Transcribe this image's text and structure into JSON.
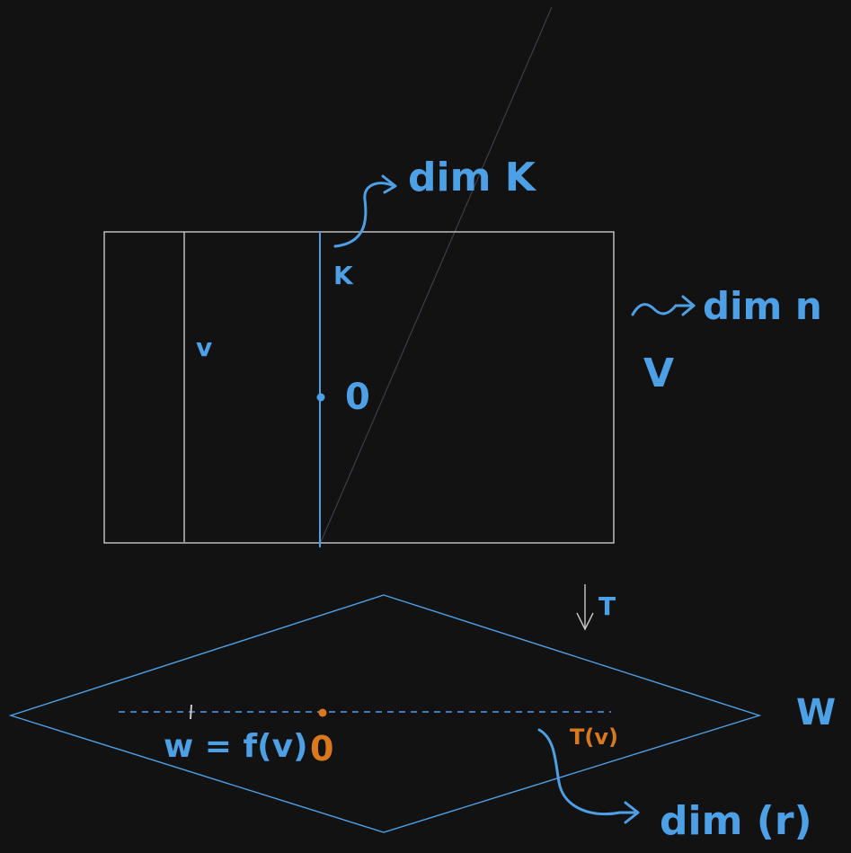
{
  "colors": {
    "background": "#121212",
    "white_stroke": "#c8c8c8",
    "faint_line": "#3a3f4a",
    "blue": "#4ea0e6",
    "orange": "#d9781c"
  },
  "labels": {
    "dim_k": "dim K",
    "k": "K",
    "v_small": "v",
    "zero_blue": "0",
    "dim_n": "dim n",
    "V": "V",
    "T": "T",
    "W": "W",
    "w_eq_fv": "w = f(v)",
    "zero_orange": "0",
    "T_of_v": "T(v)",
    "dim_r": "dim (r)"
  }
}
